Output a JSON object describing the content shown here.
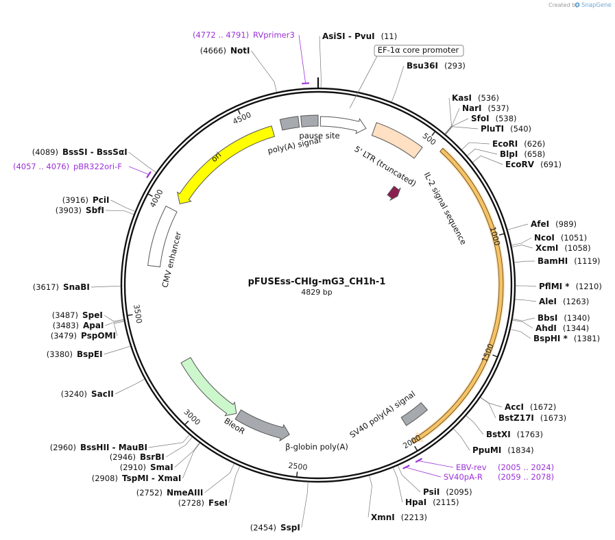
{
  "header": {
    "created_by": "Created by",
    "brand": "SnapGene"
  },
  "plasmid": {
    "name": "pFUSEss-CHIg-mG3_CH1h-1",
    "length_label": "4829 bp",
    "length": 4829
  },
  "ticks": [
    "500",
    "1000",
    "1500",
    "2000",
    "2500",
    "3000",
    "3500",
    "4000",
    "4500"
  ],
  "features": [
    {
      "id": "ef1a",
      "label": "EF-1α core promoter",
      "start": 11,
      "end": 228,
      "color": "#ffffff",
      "kind": "arrow",
      "boxed": true
    },
    {
      "id": "ltr",
      "label": "5' LTR (truncated)",
      "start": 265,
      "end": 498,
      "color": "#ffe0c2",
      "kind": "box"
    },
    {
      "id": "il2",
      "label": "IL-2 signal sequence",
      "start": 503,
      "end": 560,
      "color": "#8b1f4f",
      "kind": "arrow"
    },
    {
      "id": "orf",
      "label": "",
      "start": 568,
      "end": 1998,
      "color": "#f5c267",
      "kind": "band"
    },
    {
      "id": "sv40pa",
      "label": "SV40 poly(A) signal",
      "start": 1862,
      "end": 1984,
      "color": "#a6a9ad",
      "kind": "box"
    },
    {
      "id": "bglob",
      "label": "β-globin poly(A)",
      "start": 2560,
      "end": 2840,
      "color": "#a6a9ad",
      "kind": "arrow"
    },
    {
      "id": "bleor",
      "label": "BleoR",
      "start": 2850,
      "end": 3225,
      "color": "#ccf7cc",
      "kind": "arrow"
    },
    {
      "id": "cmv",
      "label": "CMV enhancer",
      "start": 3710,
      "end": 3990,
      "color": "#ffffff",
      "kind": "box"
    },
    {
      "id": "ori",
      "label": "ori",
      "start": 4030,
      "end": 4610,
      "color": "#ffff00",
      "kind": "arrow"
    },
    {
      "id": "polya",
      "label": "poly(A) signal",
      "start": 4655,
      "end": 4738,
      "color": "#a6a9ad",
      "kind": "box"
    },
    {
      "id": "pause",
      "label": "pause site",
      "start": 4750,
      "end": 4829,
      "color": "#a6a9ad",
      "kind": "box"
    }
  ],
  "sites": [
    {
      "name": "AsiSI  -  PvuI",
      "pos": "(11)",
      "bp": 11
    },
    {
      "name": "Bsu36I",
      "pos": "(293)",
      "bp": 293
    },
    {
      "name": "KasI",
      "pos": "(536)",
      "bp": 536
    },
    {
      "name": "NarI",
      "pos": "(537)",
      "bp": 537
    },
    {
      "name": "SfoI",
      "pos": "(538)",
      "bp": 538
    },
    {
      "name": "PluTI",
      "pos": "(540)",
      "bp": 540
    },
    {
      "name": "EcoRI",
      "pos": "(626)",
      "bp": 626
    },
    {
      "name": "BlpI",
      "pos": "(658)",
      "bp": 658
    },
    {
      "name": "EcoRV",
      "pos": "(691)",
      "bp": 691
    },
    {
      "name": "AfeI",
      "pos": "(989)",
      "bp": 989
    },
    {
      "name": "NcoI",
      "pos": "(1051)",
      "bp": 1051
    },
    {
      "name": "XcmI",
      "pos": "(1058)",
      "bp": 1058
    },
    {
      "name": "BamHI",
      "pos": "(1119)",
      "bp": 1119
    },
    {
      "name": "PflMI *",
      "pos": "(1210)",
      "bp": 1210
    },
    {
      "name": "AleI",
      "pos": "(1263)",
      "bp": 1263
    },
    {
      "name": "BbsI",
      "pos": "(1340)",
      "bp": 1340
    },
    {
      "name": "AhdI",
      "pos": "(1344)",
      "bp": 1344
    },
    {
      "name": "BspHI *",
      "pos": "(1381)",
      "bp": 1381
    },
    {
      "name": "AccI",
      "pos": "(1672)",
      "bp": 1672
    },
    {
      "name": "BstZ17I",
      "pos": "(1673)",
      "bp": 1673
    },
    {
      "name": "BstXI",
      "pos": "(1763)",
      "bp": 1763
    },
    {
      "name": "PpuMI",
      "pos": "(1834)",
      "bp": 1834
    },
    {
      "name": "PsiI",
      "pos": "(2095)",
      "bp": 2095
    },
    {
      "name": "HpaI",
      "pos": "(2115)",
      "bp": 2115
    },
    {
      "name": "XmnI",
      "pos": "(2213)",
      "bp": 2213
    },
    {
      "name": "SspI",
      "pos": "(2454)",
      "bp": 2454
    },
    {
      "name": "FseI",
      "pos": "(2728)",
      "bp": 2728
    },
    {
      "name": "NmeAIII",
      "pos": "(2752)",
      "bp": 2752
    },
    {
      "name": "TspMI  -  XmaI",
      "pos": "(2908)",
      "bp": 2908
    },
    {
      "name": "SmaI",
      "pos": "(2910)",
      "bp": 2910
    },
    {
      "name": "BsrBI",
      "pos": "(2946)",
      "bp": 2946
    },
    {
      "name": "BssHII  -  MauBI",
      "pos": "(2960)",
      "bp": 2960
    },
    {
      "name": "SacII",
      "pos": "(3240)",
      "bp": 3240
    },
    {
      "name": "BspEI",
      "pos": "(3380)",
      "bp": 3380
    },
    {
      "name": "PspOMI",
      "pos": "(3479)",
      "bp": 3479
    },
    {
      "name": "ApaI",
      "pos": "(3483)",
      "bp": 3483
    },
    {
      "name": "SpeI",
      "pos": "(3487)",
      "bp": 3487
    },
    {
      "name": "SnaBI",
      "pos": "(3617)",
      "bp": 3617
    },
    {
      "name": "SbfI",
      "pos": "(3903)",
      "bp": 3903
    },
    {
      "name": "PciI",
      "pos": "(3916)",
      "bp": 3916
    },
    {
      "name": "BssSI  -  BssSαI",
      "pos": "(4089)",
      "bp": 4089
    },
    {
      "name": "NotI",
      "pos": "(4666)",
      "bp": 4666
    }
  ],
  "primers": [
    {
      "name": "RVprimer3",
      "range": "(4772 .. 4791)",
      "bp": 4781
    },
    {
      "name": "pBR322ori-F",
      "range": "(4057 .. 4076)",
      "bp": 4066
    },
    {
      "name": "EBV-rev",
      "range": "(2005 .. 2024)",
      "bp": 2014
    },
    {
      "name": "SV40pA-R",
      "range": "(2059 .. 2078)",
      "bp": 2068
    }
  ],
  "colors": {
    "backbone": "#111111",
    "primer": "#9b30d9",
    "leader": "#777777"
  }
}
